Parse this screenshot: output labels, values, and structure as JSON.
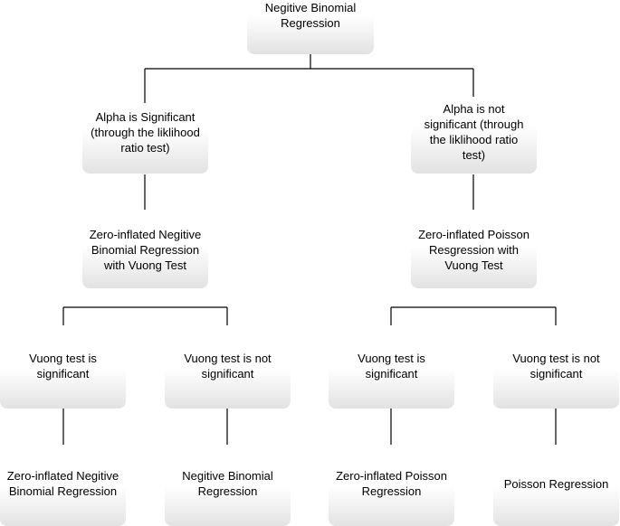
{
  "nodes": {
    "root": "Negitive Binomial\nRegression",
    "alpha_sig": "Alpha is Significant\n(through the liklihood\nratio test)",
    "alpha_not_sig": "Alpha is not\nsignificant (through\nthe liklihood ratio\ntest)",
    "zinb_vuong": "Zero-inflated Negitive\nBinomial Regression\nwith Vuong Test",
    "zip_vuong": "Zero-inflated Poisson\nResgression with\nVuong Test",
    "vuong_sig_left": "Vuong test is\nsignificant",
    "vuong_not_sig_left": "Vuong test is not\nsignificant",
    "vuong_sig_right": "Vuong test is\nsignificant",
    "vuong_not_sig_right": "Vuong test is not\nsignificant",
    "out_zinb": "Zero-inflated Negitive\nBinomial Regression",
    "out_nb": "Negitive Binomial\nRegression",
    "out_zip": "Zero-inflated Poisson\nRegression",
    "out_poisson": "Poisson Regression"
  }
}
